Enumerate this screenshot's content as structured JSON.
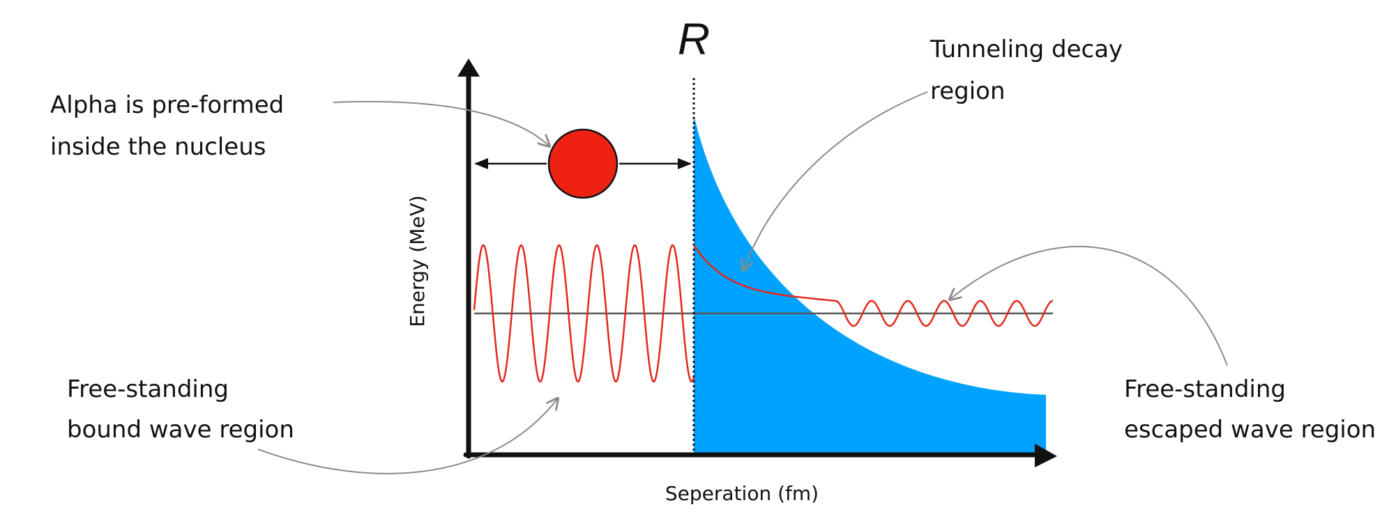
{
  "labels": {
    "r_marker": "R",
    "x_axis": "Seperation (fm)",
    "y_axis": "Energy (MeV)",
    "preformed": [
      "Alpha is pre-formed",
      "inside the nucleus"
    ],
    "tunneling": [
      "Tunneling decay",
      "region"
    ],
    "bound": [
      "Free-standing",
      "bound wave region"
    ],
    "escaped": [
      "Free-standing",
      "escaped wave region"
    ]
  },
  "colors": {
    "barrier_fill": "#00a2ff",
    "wave": "#e0281c",
    "alpha_particle": "#ee2212",
    "axis": "#111111",
    "baseline": "#555555",
    "callout_arrow": "#8a8a8a"
  },
  "icons": {
    "alpha": "alpha-particle-circle",
    "x_arrow": "arrow-right-icon",
    "y_arrow": "arrow-up-icon"
  }
}
